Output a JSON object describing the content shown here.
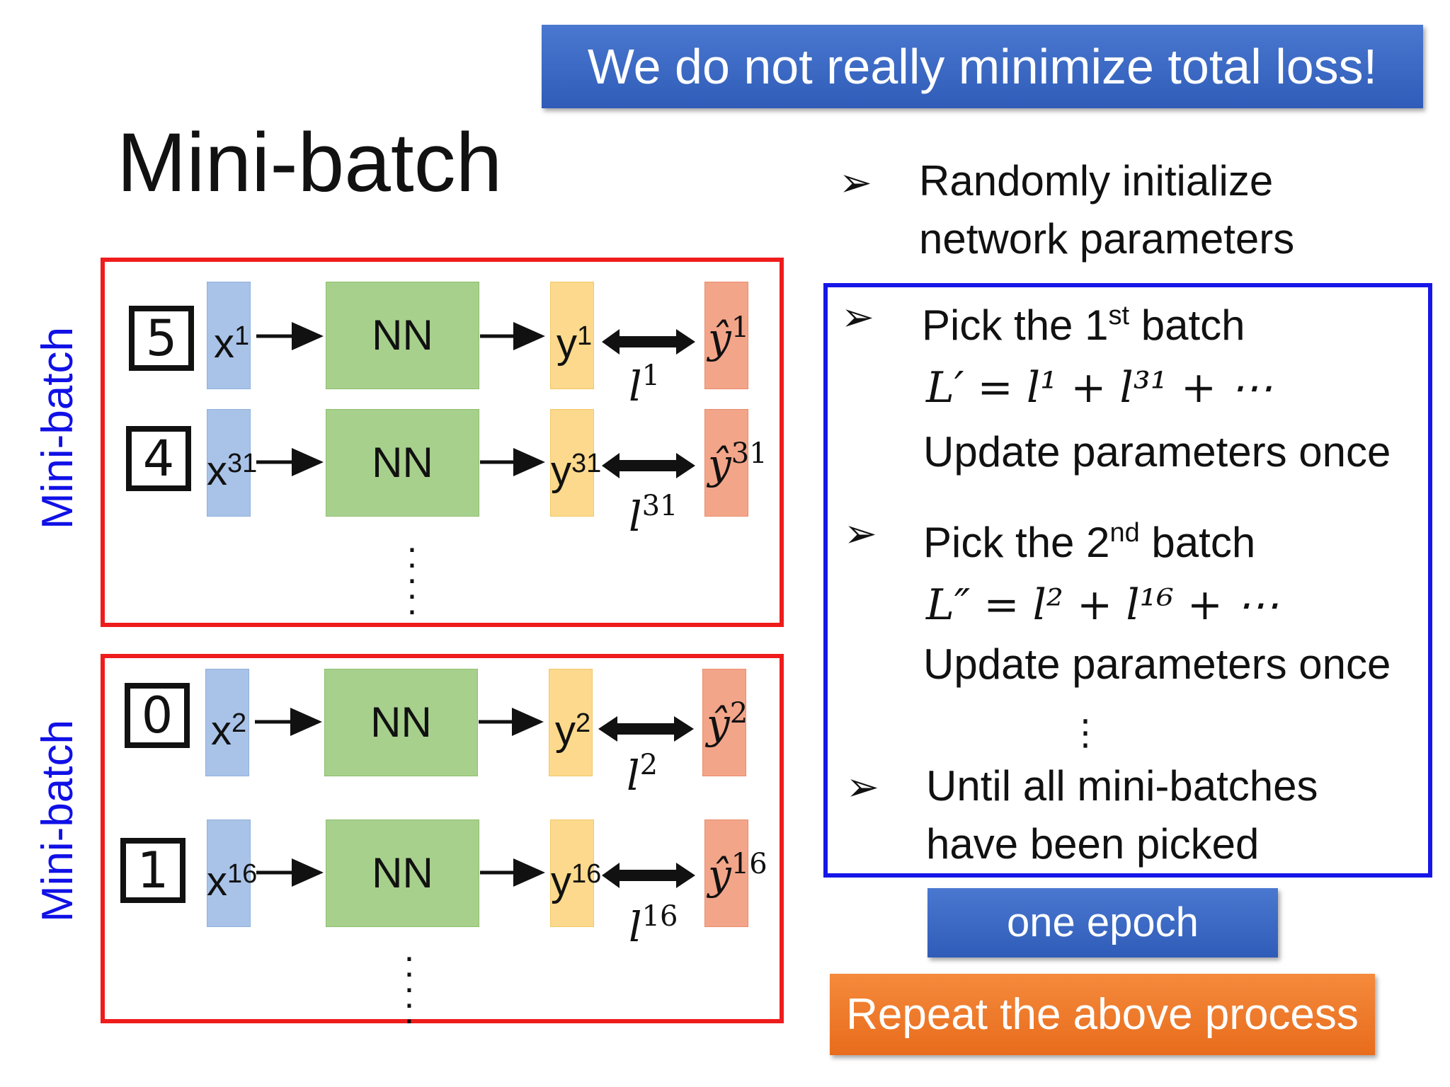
{
  "banner": "We do not really minimize total loss!",
  "title": "Mini-batch",
  "side_label": "Mini-batch",
  "steps": {
    "init_line1": "Randomly initialize",
    "init_line2": "network parameters",
    "pick1_prefix": "Pick the 1",
    "pick1_sup": "st",
    "pick1_suffix": " batch",
    "formula1": "L′ = l¹ + l³¹ + ⋯",
    "update1": "Update parameters once",
    "pick2_prefix": "Pick the 2",
    "pick2_sup": "nd",
    "pick2_suffix": " batch",
    "formula2": "L″ = l² + l¹⁶ + ⋯",
    "update2": "Update parameters once",
    "dots": "⋮",
    "until_line1": "Until all mini-batches",
    "until_line2": "have been picked"
  },
  "bullet_symbol": "➢",
  "nn_label": "NN",
  "vdots": "⋮",
  "rows": [
    {
      "digit": "5",
      "x": "x",
      "y": "y",
      "yhat": "ŷ",
      "l": "l",
      "sup": "1"
    },
    {
      "digit": "4",
      "x": "x",
      "y": "y",
      "yhat": "ŷ",
      "l": "l",
      "sup": "31"
    },
    {
      "digit": "0",
      "x": "x",
      "y": "y",
      "yhat": "ŷ",
      "l": "l",
      "sup": "2"
    },
    {
      "digit": "1",
      "x": "x",
      "y": "y",
      "yhat": "ŷ",
      "l": "l",
      "sup": "16"
    }
  ],
  "epoch_label": "one epoch",
  "repeat_label": "Repeat the above process",
  "colors": {
    "banner_blue": "#2f5cb8",
    "red_border": "#ef1c1c",
    "blue_border": "#1616e8",
    "side_label": "#1010e6",
    "x_box": "#a9c3e8",
    "nn_box": "#a8d08d",
    "y_box": "#fcd98c",
    "yhat_box": "#f3a589",
    "repeat_orange": "#e86c1c"
  }
}
